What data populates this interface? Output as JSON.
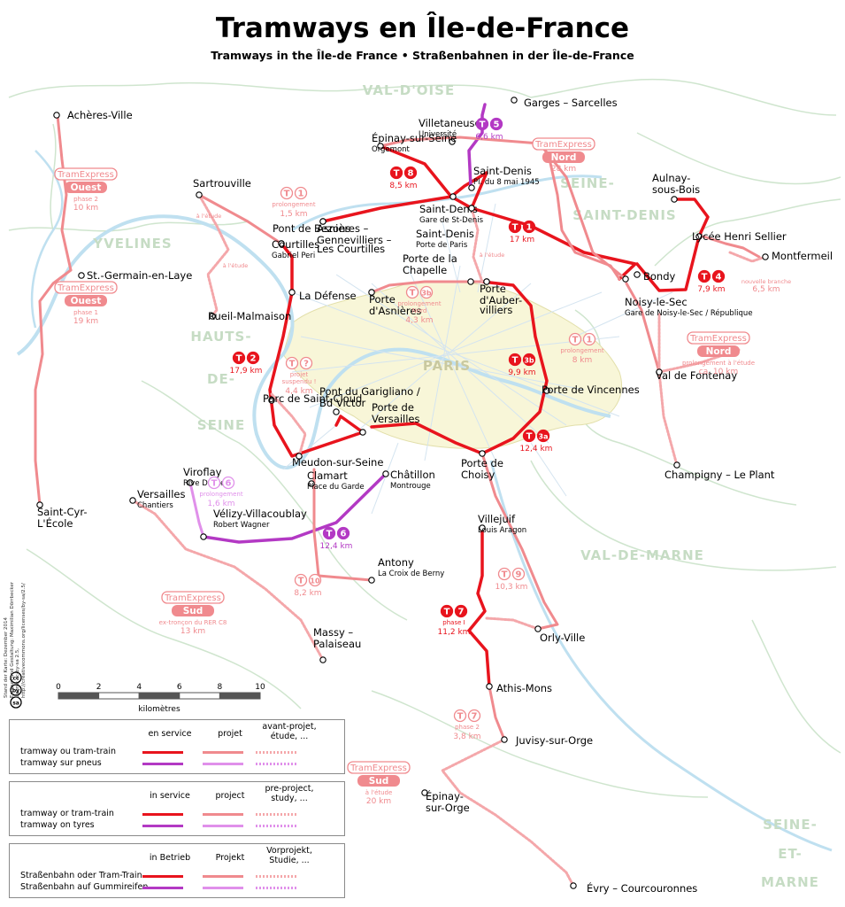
{
  "title": "Tramways en Île-de-France",
  "subtitle": "Tramways in the Île-de France • Straßenbahnen in der Île-de-France",
  "colors": {
    "service": "#e8141d",
    "project": "#f08a8e",
    "study": "#f4a7aa",
    "tyres": "#b339c4",
    "tyres_project": "#e090ea",
    "paris": "#f8f6d8",
    "admin": "#cfe5ce",
    "water": "#bfe0f0"
  },
  "regions": [
    {
      "id": "val-d-oise",
      "label": "VAL-D'OISE"
    },
    {
      "id": "seine-st-denis-1",
      "label": "SEINE-"
    },
    {
      "id": "seine-st-denis-2",
      "label": "SAINT-DENIS"
    },
    {
      "id": "yvelines",
      "label": "YVELINES"
    },
    {
      "id": "hauts-1",
      "label": "HAUTS-"
    },
    {
      "id": "hauts-2",
      "label": "DE-"
    },
    {
      "id": "hauts-3",
      "label": "SEINE"
    },
    {
      "id": "paris",
      "label": "PARIS"
    },
    {
      "id": "val-de-marne",
      "label": "VAL-DE-MARNE"
    },
    {
      "id": "seine-et-marne-1",
      "label": "SEINE-"
    },
    {
      "id": "seine-et-marne-2",
      "label": "ET-"
    },
    {
      "id": "seine-et-marne-3",
      "label": "MARNE"
    }
  ],
  "stations": [
    {
      "name": "Achères-Ville",
      "sub": ""
    },
    {
      "name": "Sartrouville",
      "sub": ""
    },
    {
      "name": "Pont de Bezons",
      "sub": ""
    },
    {
      "name": "Courtilles",
      "sub": "Gabriel Peri"
    },
    {
      "name": "St.-Germain-en-Laye",
      "sub": ""
    },
    {
      "name": "Rueil-Malmaison",
      "sub": ""
    },
    {
      "name": "La Défense",
      "sub": ""
    },
    {
      "name": "Parc de Saint-Cloud",
      "sub": ""
    },
    {
      "name": "Meudon-sur-Seine",
      "sub": ""
    },
    {
      "name": "Viroflay",
      "sub": "Rive Droite"
    },
    {
      "name": "Versailles",
      "sub": "Chantiers"
    },
    {
      "name": "Saint-Cyr-",
      "sub": "L'École"
    },
    {
      "name": "Vélizy-Villacoublay",
      "sub": "Robert Wagner"
    },
    {
      "name": "Clamart",
      "sub": "Place du Garde"
    },
    {
      "name": "Châtillon",
      "sub": "Montrouge"
    },
    {
      "name": "Antony",
      "sub": "La Croix de Berny"
    },
    {
      "name": "Massy –",
      "sub": "Palaiseau"
    },
    {
      "name": "Villejuif",
      "sub": "Louis Aragon"
    },
    {
      "name": "Orly-Ville",
      "sub": ""
    },
    {
      "name": "Athis-Mons",
      "sub": ""
    },
    {
      "name": "Juvisy-sur-Orge",
      "sub": ""
    },
    {
      "name": "Épinay-",
      "sub": "sur-Orge"
    },
    {
      "name": "Évry – Courcouronnes",
      "sub": ""
    },
    {
      "name": "Porte de",
      "sub": "Choisy"
    },
    {
      "name": "Porte de Vincennes",
      "sub": ""
    },
    {
      "name": "Champigny – Le Plant",
      "sub": ""
    },
    {
      "name": "Val de Fontenay",
      "sub": ""
    },
    {
      "name": "Noisy-le-Sec",
      "sub": "Gare de Noisy-le-Sec / République"
    },
    {
      "name": "Bondy",
      "sub": ""
    },
    {
      "name": "Lycée Henri Sellier",
      "sub": ""
    },
    {
      "name": "Aulnay-",
      "sub": "sous-Bois"
    },
    {
      "name": "Montfermeil",
      "sub": ""
    },
    {
      "name": "Garges – Sarcelles",
      "sub": ""
    },
    {
      "name": "Villetaneuse",
      "sub": "Université"
    },
    {
      "name": "Épinay-sur-Seine",
      "sub": "Orgemont"
    },
    {
      "name": "Saint-Denis",
      "sub": "Pl. du 8 mai 1945"
    },
    {
      "name": "Saint-Denis",
      "sub": "Gare de St-Denis"
    },
    {
      "name": "Saint-Denis",
      "sub": "Porte de Paris"
    },
    {
      "name": "Asnières –",
      "sub": "Gennevilliers –"
    },
    {
      "name": "Les Courtilles",
      "sub": ""
    },
    {
      "name": "Porte de la",
      "sub": "Chapelle"
    },
    {
      "name": "Porte",
      "sub": "d'Auber-"
    },
    {
      "name": "villiers",
      "sub": ""
    },
    {
      "name": "Porte",
      "sub": "d'Asnières"
    },
    {
      "name": "Pont du Garigliano /",
      "sub": "Bd Victor"
    },
    {
      "name": "Porte de",
      "sub": "Versailles"
    }
  ],
  "line_badges": [
    {
      "id": "T1a",
      "text": "T",
      "num": "1",
      "kind": "project",
      "label": "prolongement",
      "detail": "1,5 km"
    },
    {
      "id": "T1b",
      "text": "T",
      "num": "1",
      "kind": "service",
      "label": "",
      "detail": "17 km"
    },
    {
      "id": "T1c",
      "text": "T",
      "num": "1",
      "kind": "project",
      "label": "prolongement",
      "detail": "8 km"
    },
    {
      "id": "T2",
      "text": "T",
      "num": "2",
      "kind": "service",
      "label": "",
      "detail": "17,9 km"
    },
    {
      "id": "T3b",
      "text": "T",
      "num": "3b",
      "kind": "service",
      "label": "",
      "detail": "9,9 km"
    },
    {
      "id": "T3bp",
      "text": "T",
      "num": "3b",
      "kind": "project",
      "label": "prolongement Nord",
      "detail": "4,3 km"
    },
    {
      "id": "T3a",
      "text": "T",
      "num": "3a",
      "kind": "service",
      "label": "",
      "detail": "12,4 km"
    },
    {
      "id": "T4",
      "text": "T",
      "num": "4",
      "kind": "service",
      "label": "",
      "detail": "7,9 km"
    },
    {
      "id": "T5",
      "text": "T",
      "num": "5",
      "kind": "tyres",
      "label": "",
      "detail": "6,6 km"
    },
    {
      "id": "T6",
      "text": "T",
      "num": "6",
      "kind": "tyres",
      "label": "",
      "detail": "12,4 km"
    },
    {
      "id": "T6p",
      "text": "T",
      "num": "6",
      "kind": "tyres_project",
      "label": "prolongement",
      "detail": "1,6 km"
    },
    {
      "id": "T7",
      "text": "T",
      "num": "7",
      "kind": "service",
      "label": "phase I",
      "detail": "11,2 km"
    },
    {
      "id": "T7p",
      "text": "T",
      "num": "7",
      "kind": "project",
      "label": "phase 2",
      "detail": "3,8 km"
    },
    {
      "id": "T8",
      "text": "T",
      "num": "8",
      "kind": "service",
      "label": "",
      "detail": "8,5 km"
    },
    {
      "id": "T9",
      "text": "T",
      "num": "9",
      "kind": "project",
      "label": "",
      "detail": "10,3 km"
    },
    {
      "id": "T10",
      "text": "T",
      "num": "10",
      "kind": "project",
      "label": "",
      "detail": "8,2 km"
    },
    {
      "id": "Tq",
      "text": "T",
      "num": "?",
      "kind": "project",
      "label": "projet suspendu !",
      "detail": "4,4 km"
    }
  ],
  "tram_express": [
    {
      "id": "nord-1",
      "top": "TramExpress",
      "name": "Nord",
      "label": "",
      "detail": "28 km"
    },
    {
      "id": "nord-2",
      "top": "TramExpress",
      "name": "Nord",
      "label": "prolongement à l'étude",
      "detail": "ca. 10 km"
    },
    {
      "id": "ouest-1",
      "top": "TramExpress",
      "name": "Ouest",
      "label": "phase 2",
      "detail": "10 km"
    },
    {
      "id": "ouest-2",
      "top": "TramExpress",
      "name": "Ouest",
      "label": "phase 1",
      "detail": "19 km"
    },
    {
      "id": "sud-1",
      "top": "TramExpress",
      "name": "Sud",
      "label": "ex-tronçon du RER C8",
      "detail": "13 km"
    },
    {
      "id": "sud-2",
      "top": "TramExpress",
      "name": "Sud",
      "label": "à l'étude",
      "detail": "20 km"
    }
  ],
  "small_labels": [
    {
      "id": "a-letude-1",
      "text": "à l'étude"
    },
    {
      "id": "a-letude-2",
      "text": "à l'étude"
    },
    {
      "id": "a-letude-3",
      "text": "à l'étude"
    },
    {
      "id": "nouvelle-branche",
      "text": "nouvelle branche"
    },
    {
      "id": "nouvelle-branche-km",
      "text": "6,5 km"
    }
  ],
  "scale": {
    "ticks": [
      "0",
      "2",
      "4",
      "6",
      "8",
      "10"
    ],
    "unit": "kilomètres"
  },
  "credit": [
    "Stand der Karte: Dezember 2014",
    "Entwurf und Gestaltung: Maximilian Dörrbecker",
    "Lizenz: cc-by-sa 2.5, http://creativecommons.org/licenses/by-sa/2.5/"
  ],
  "cc_logos": [
    "cc",
    "by",
    "sa"
  ],
  "legends": [
    {
      "lang": "fr",
      "headers": [
        "en service",
        "projet",
        "avant-projet, étude, ..."
      ],
      "rows": [
        "tramway ou tram-train",
        "tramway sur pneus"
      ]
    },
    {
      "lang": "en",
      "headers": [
        "in service",
        "project",
        "pre-project, study, ..."
      ],
      "rows": [
        "tramway or tram-train",
        "tramway on tyres"
      ]
    },
    {
      "lang": "de",
      "headers": [
        "in Betrieb",
        "Projekt",
        "Vorprojekt, Studie, ..."
      ],
      "rows": [
        "Straßenbahn oder Tram-Train",
        "Straßenbahn auf Gummireifen"
      ]
    }
  ]
}
